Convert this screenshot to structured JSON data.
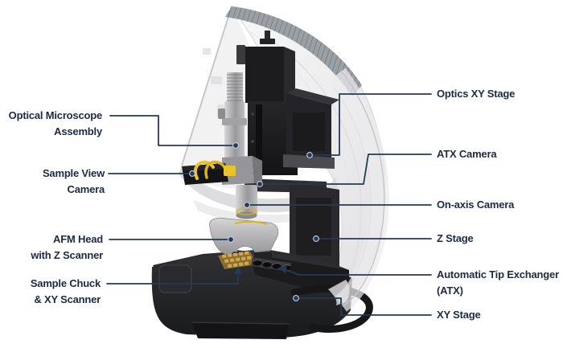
{
  "figure": {
    "type": "labeled-component-diagram",
    "subject": "Atomic force microscope instrument with transparent enclosure"
  },
  "labels": {
    "left": [
      {
        "id": "optical-microscope-assembly",
        "text": "Optical Microscope\nAssembly"
      },
      {
        "id": "sample-view-camera",
        "text": "Sample View\nCamera"
      },
      {
        "id": "afm-head-with-z-scanner",
        "text": "AFM Head\nwith Z Scanner"
      },
      {
        "id": "sample-chuck-xy-scanner",
        "text": "Sample Chuck\n& XY Scanner"
      }
    ],
    "right": [
      {
        "id": "optics-xy-stage",
        "text": "Optics XY Stage"
      },
      {
        "id": "atx-camera",
        "text": "ATX Camera"
      },
      {
        "id": "on-axis-camera",
        "text": "On-axis Camera"
      },
      {
        "id": "z-stage",
        "text": "Z Stage"
      },
      {
        "id": "automatic-tip-exchanger",
        "text": "Automatic Tip Exchanger\n(ATX)"
      },
      {
        "id": "xy-stage",
        "text": "XY Stage"
      }
    ]
  },
  "colors": {
    "text-color": "#1d2a42",
    "line-color": "#243a55",
    "background": "#ffffff",
    "accent-yellow": "#e9c32b",
    "gold-chuck": "#bf9c4e",
    "machine-dark": "#1d1d20",
    "cover-light": "#efeff0"
  }
}
